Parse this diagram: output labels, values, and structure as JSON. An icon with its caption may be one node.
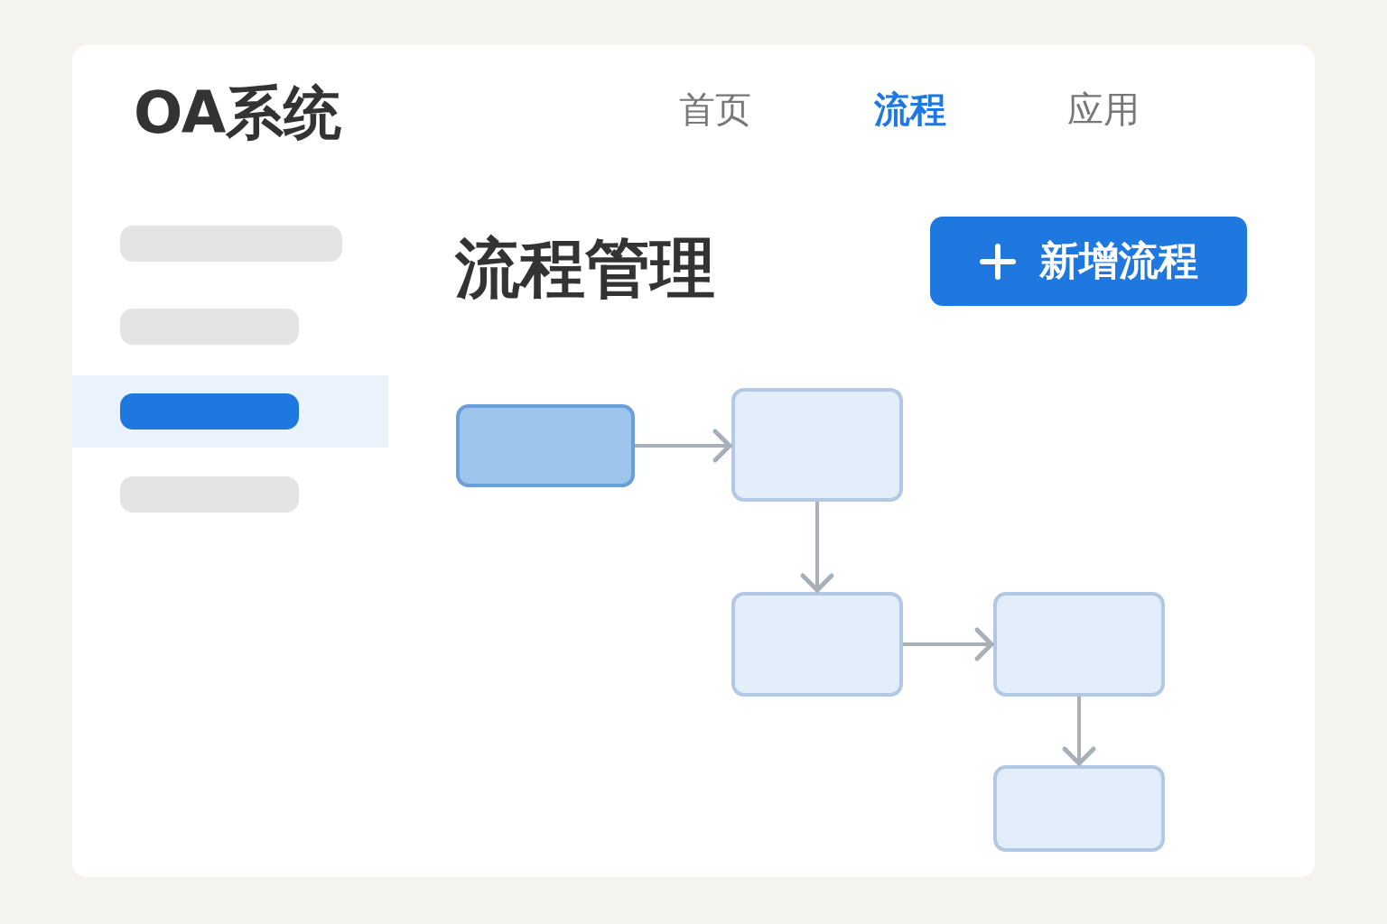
{
  "diagram": {
    "title": "OA系统",
    "nodes": [
      {
        "text": [],
        "shape": "box"
      },
      {
        "text": [],
        "shape": "box"
      },
      {
        "text": [],
        "shape": "box"
      },
      {
        "text": [],
        "shape": "box"
      },
      {
        "text": [],
        "shape": "box"
      }
    ],
    "edges": [
      {
        "from": 0,
        "to": 1,
        "arrow": "to"
      },
      {
        "from": 1,
        "to": 2,
        "arrow": "to"
      },
      {
        "from": 2,
        "to": 3,
        "arrow": "to"
      },
      {
        "from": 3,
        "to": 4,
        "arrow": "to"
      }
    ],
    "labels": [
      "首页",
      "流程",
      "应用",
      "流程管理",
      "新增流程"
    ]
  }
}
